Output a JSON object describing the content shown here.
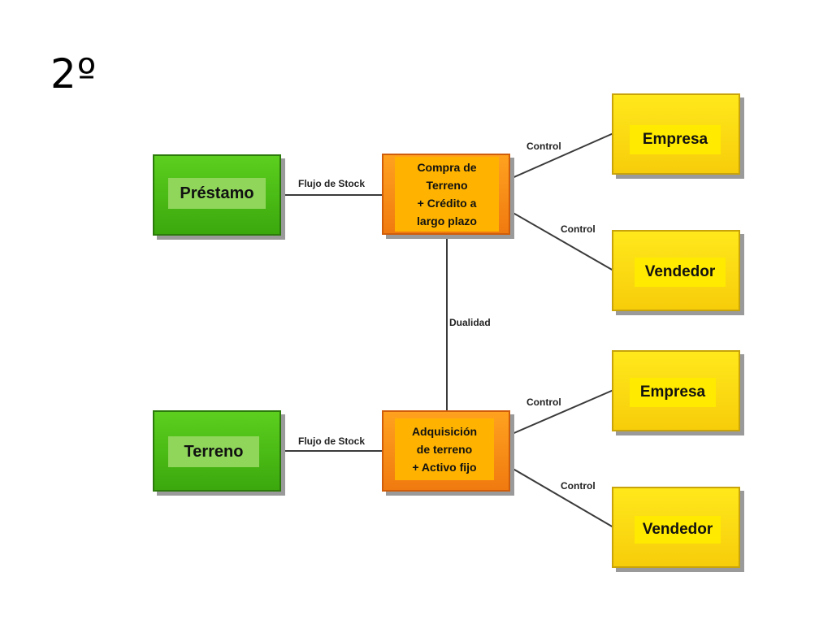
{
  "slide": {
    "title": "2º"
  },
  "nodes": {
    "prestamo": "Préstamo",
    "terreno": "Terreno",
    "compra": [
      "Compra de",
      "Terreno",
      "+ Crédito a",
      "largo plazo"
    ],
    "adquisicion": [
      "Adquisición",
      "de terreno",
      "+ Activo fijo"
    ],
    "empresa_top": "Empresa",
    "vendedor_top": "Vendedor",
    "empresa_bottom": "Empresa",
    "vendedor_bottom": "Vendedor"
  },
  "connections": {
    "flujo_top": "Flujo de Stock",
    "flujo_bottom": "Flujo de Stock",
    "control_1": "Control",
    "control_2": "Control",
    "control_3": "Control",
    "control_4": "Control",
    "dualidad": "Dualidad"
  },
  "colors": {
    "green": "#4cbd14",
    "orange": "#f58a14",
    "yellow": "#ffdc14"
  }
}
